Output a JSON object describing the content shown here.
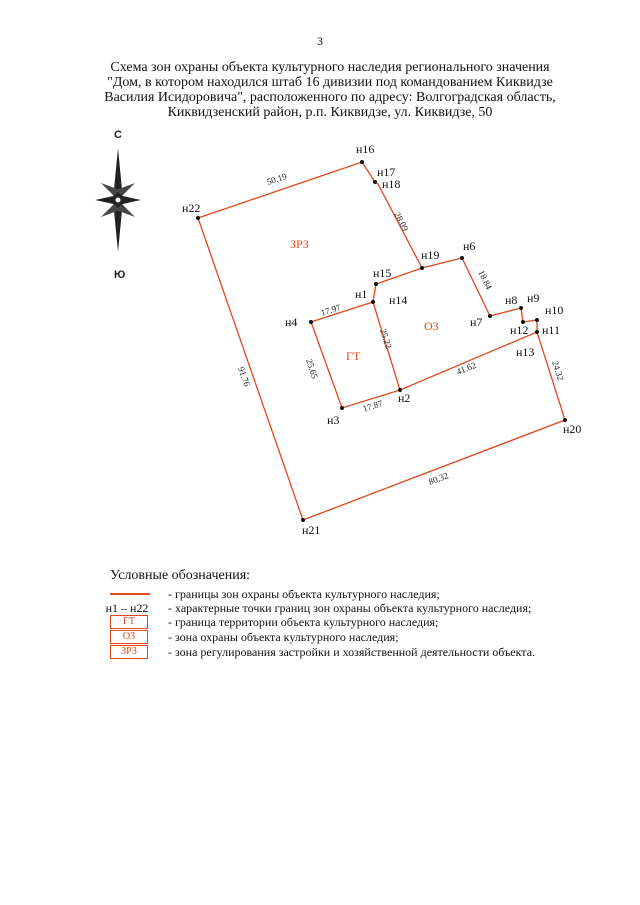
{
  "page_number": "3",
  "title_lines": [
    "Схема зон охраны объекта культурного наследия регионального значения",
    "\"Дом, в котором находился штаб 16 дивизии под командованием Киквидзе",
    "Василия Исидоровича\", расположенного по адресу: Волгоградская область,",
    "Киквидзенский район, р.п. Киквидзе, ул. Киквидзе, 50"
  ],
  "compass": {
    "north": "С",
    "south": "Ю"
  },
  "colors": {
    "boundary": "#e0471d",
    "text": "#111111"
  },
  "points": {
    "n1": "н1",
    "n2": "н2",
    "n3": "н3",
    "n4": "н4",
    "n6": "н6",
    "n7": "н7",
    "n8": "н8",
    "n9": "н9",
    "n10": "н10",
    "n11": "н11",
    "n12": "н12",
    "n13": "н13",
    "n14": "н14",
    "n15": "н15",
    "n16": "н16",
    "n17": "н17",
    "n18": "н18",
    "n19": "н19",
    "n20": "н20",
    "n21": "н21",
    "n22": "н22"
  },
  "dimensions": {
    "d_22_16": "50.19",
    "d_18_19": "28.09",
    "d_6_7": "18.84",
    "d_4_1": "17.97",
    "d_1_2": "25.22",
    "d_4_3": "25.65",
    "d_3_2": "17.87",
    "d_2_13": "41.62",
    "d_13_20": "24.32",
    "d_21_20": "80.32",
    "d_22_21": "91.76"
  },
  "zones": {
    "zrz": "ЗРЗ",
    "gt": "ГТ",
    "oz": "ОЗ"
  },
  "legend": {
    "title": "Условные обозначения:",
    "items": [
      {
        "symbol": "",
        "text": "- границы зон охраны объекта культурного наследия;"
      },
      {
        "symbol": "н1 – н22",
        "text": "- характерные точки границ зон охраны объекта культурного наследия;"
      },
      {
        "symbol": "ГТ",
        "text": "- граница территории объекта культурного наследия;"
      },
      {
        "symbol": "ОЗ",
        "text": "- зона охраны объекта культурного наследия;"
      },
      {
        "symbol": "ЗРЗ",
        "text": "- зона регулирования застройки и хозяйственной деятельности объекта."
      }
    ]
  }
}
